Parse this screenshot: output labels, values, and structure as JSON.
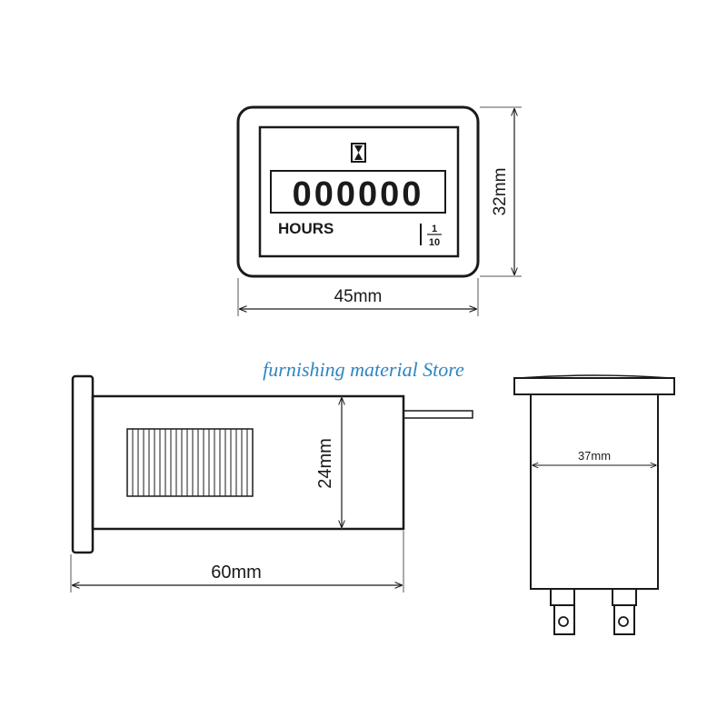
{
  "front_view": {
    "counter_digits": "000000",
    "unit_label": "HOURS",
    "fraction_numerator": "1",
    "fraction_denominator": "10",
    "width_label": "45mm",
    "height_label": "32mm"
  },
  "watermark": {
    "text": "furnishing material Store",
    "color": "#2e86c1"
  },
  "side_view": {
    "length_label": "60mm",
    "height_label": "24mm"
  },
  "rear_view": {
    "width_label": "37mm"
  }
}
